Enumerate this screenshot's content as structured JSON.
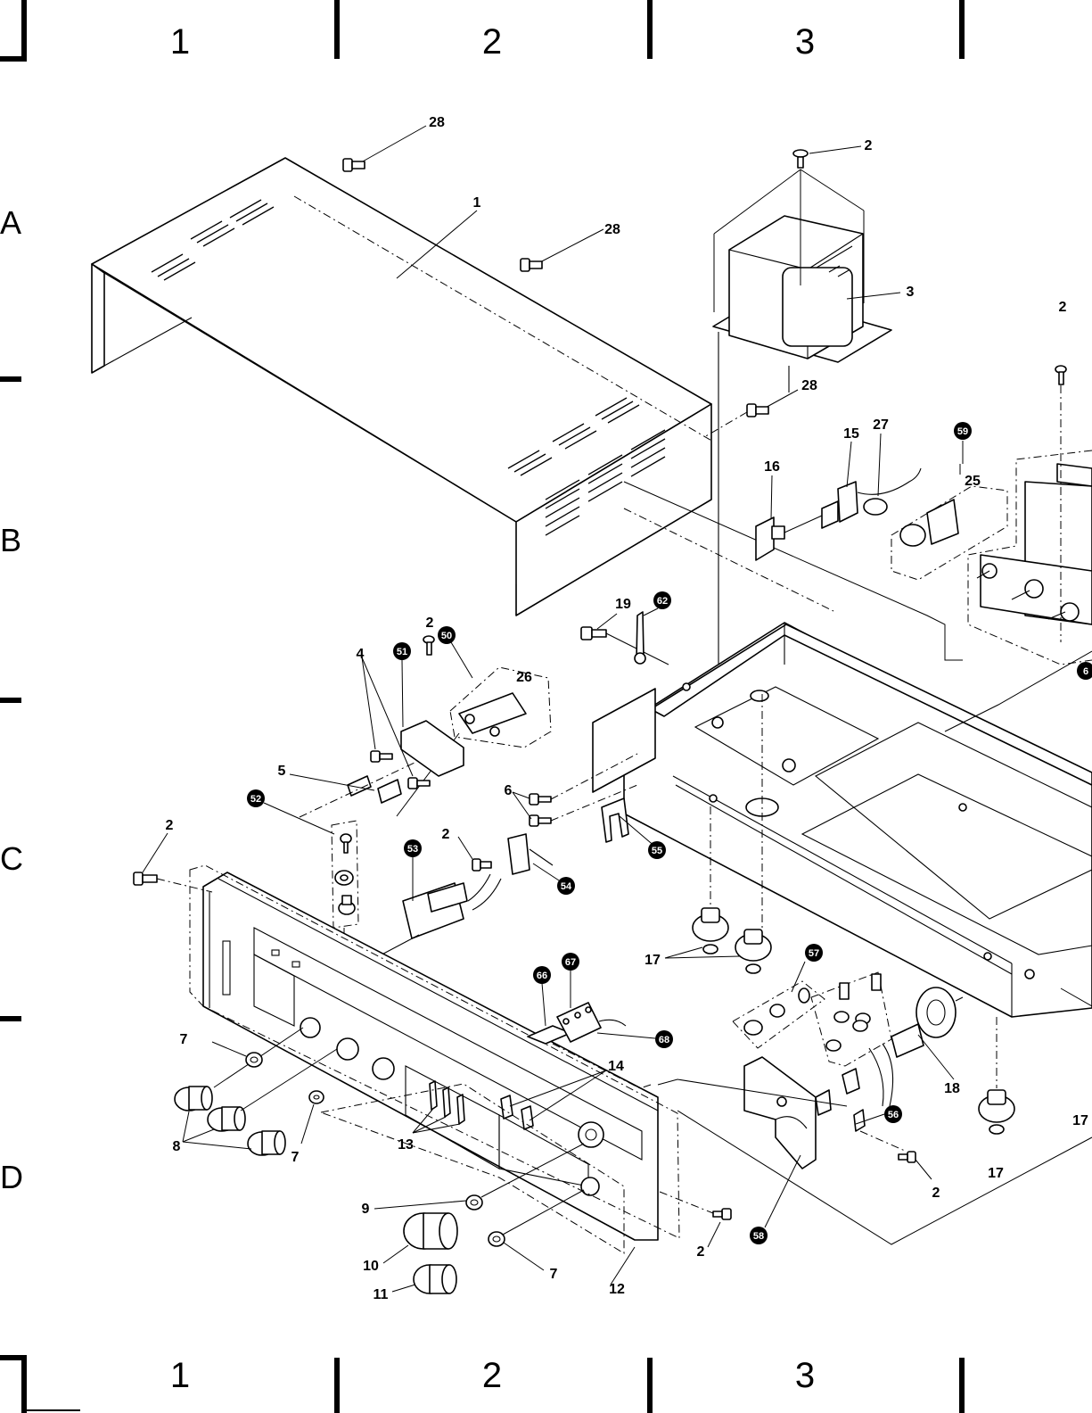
{
  "grid": {
    "columns_top": [
      "1",
      "2",
      "3"
    ],
    "columns_bottom": [
      "1",
      "2",
      "3"
    ],
    "rows": [
      "A",
      "B",
      "C",
      "D"
    ]
  },
  "labels": {
    "l28a": "28",
    "l1": "1",
    "l28b": "28",
    "l2a": "2",
    "l3": "3",
    "l2b": "2",
    "l28c": "28",
    "l15": "15",
    "l27": "27",
    "l16": "16",
    "l25": "25",
    "l19": "19",
    "l2c": "2",
    "l4": "4",
    "l26": "26",
    "l5": "5",
    "l6": "6",
    "l2d": "2",
    "l2e": "2",
    "l17a": "17",
    "l7a": "7",
    "l8": "8",
    "l7b": "7",
    "l13": "13",
    "l14": "14",
    "l9": "9",
    "l10": "10",
    "l11": "11",
    "l7c": "7",
    "l12": "12",
    "l2f": "2",
    "l18": "18",
    "l17b": "17",
    "l17c": "17",
    "l2g": "2"
  },
  "callouts": {
    "b59": "59",
    "b62": "62",
    "b50": "50",
    "b51": "51",
    "b52": "52",
    "b53": "53",
    "b55": "55",
    "b54": "54",
    "b57": "57",
    "b66": "66",
    "b67": "67",
    "b68": "68",
    "b56": "56",
    "b58": "58",
    "b60": "6"
  },
  "icons": [
    "cross-recessed-screw-icon",
    "numbered-callout-icon"
  ]
}
